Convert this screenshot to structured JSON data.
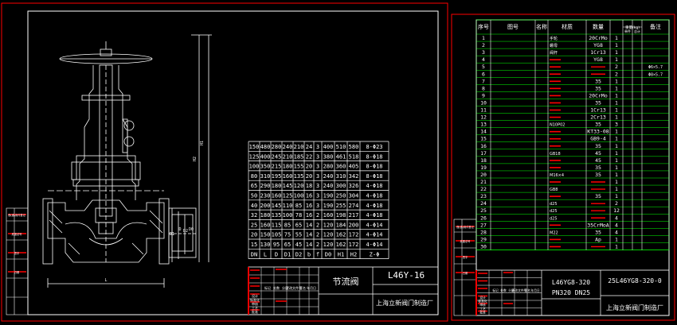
{
  "left_sheet": {
    "dim_table": {
      "headers": [
        "DN",
        "L",
        "D",
        "D1",
        "D2",
        "b",
        "f",
        "D0",
        "H1",
        "H2",
        "Z-Φ"
      ],
      "rows": [
        [
          "150",
          "480",
          "280",
          "240",
          "210",
          "24",
          "3",
          "400",
          "510",
          "580",
          "8-Φ23"
        ],
        [
          "125",
          "400",
          "245",
          "210",
          "185",
          "22",
          "3",
          "380",
          "461",
          "518",
          "8-Φ18"
        ],
        [
          "100",
          "350",
          "215",
          "180",
          "155",
          "20",
          "3",
          "280",
          "360",
          "405",
          "8-Φ18"
        ],
        [
          "80",
          "310",
          "195",
          "160",
          "135",
          "20",
          "3",
          "240",
          "310",
          "342",
          "8-Φ18"
        ],
        [
          "65",
          "290",
          "180",
          "145",
          "120",
          "18",
          "3",
          "240",
          "300",
          "326",
          "4-Φ18"
        ],
        [
          "50",
          "230",
          "160",
          "125",
          "100",
          "16",
          "3",
          "190",
          "250",
          "304",
          "4-Φ18"
        ],
        [
          "40",
          "200",
          "145",
          "110",
          "85",
          "16",
          "3",
          "190",
          "255",
          "274",
          "4-Φ18"
        ],
        [
          "32",
          "180",
          "135",
          "100",
          "78",
          "16",
          "2",
          "160",
          "198",
          "217",
          "4-Φ18"
        ],
        [
          "25",
          "160",
          "115",
          "85",
          "65",
          "14",
          "2",
          "120",
          "184",
          "200",
          "4-Φ14"
        ],
        [
          "20",
          "150",
          "105",
          "75",
          "55",
          "14",
          "2",
          "120",
          "162",
          "172",
          "4-Φ14"
        ],
        [
          "15",
          "130",
          "95",
          "65",
          "45",
          "14",
          "2",
          "120",
          "162",
          "172",
          "4-Φ14"
        ]
      ]
    },
    "title_block": {
      "name": "节流阀",
      "model": "L46Y-16",
      "company": "上海立新阀门制造厂",
      "cells": [
        "标记",
        "处数",
        "分区",
        "更改文件号",
        "签名",
        "年月日",
        "设计",
        "标准化",
        "审核",
        "工艺",
        "批准"
      ]
    },
    "side_labels": [
      "借(通)用件登记",
      "底图总号",
      "签字",
      "日期"
    ],
    "drawing_labels": [
      "H1",
      "H2",
      "D0",
      "L",
      "D",
      "D1",
      "D2"
    ]
  },
  "right_sheet": {
    "bom": {
      "headers": [
        "序号",
        "图号",
        "名称",
        "材质",
        "数量",
        "重量(kg)",
        "备注"
      ],
      "header_sub": [
        "单件",
        "总计"
      ],
      "rows": [
        [
          "1",
          "",
          "手轮",
          "20CrMo",
          "1",
          ""
        ],
        [
          "2",
          "",
          "螺母",
          "YG8",
          "1",
          ""
        ],
        [
          "3",
          "",
          "阀杆",
          "1Cr13",
          "1",
          ""
        ],
        [
          "4",
          "",
          "",
          "YG8",
          "1",
          ""
        ],
        [
          "5",
          "",
          "",
          "",
          "2",
          "Φ6×5.7"
        ],
        [
          "6",
          "",
          "",
          "",
          "2",
          "Φ8×5.7"
        ],
        [
          "7",
          "",
          "",
          "35",
          "1",
          ""
        ],
        [
          "8",
          "",
          "",
          "35",
          "1",
          ""
        ],
        [
          "9",
          "",
          "",
          "20CrMo",
          "1",
          ""
        ],
        [
          "10",
          "",
          "",
          "35",
          "1",
          ""
        ],
        [
          "11",
          "",
          "",
          "1Cr13",
          "1",
          ""
        ],
        [
          "12",
          "",
          "",
          "2Cr13",
          "1",
          ""
        ],
        [
          "13",
          "",
          "N10P02",
          "35",
          "3",
          ""
        ],
        [
          "14",
          "",
          "",
          "KT33-08",
          "1",
          ""
        ],
        [
          "15",
          "",
          "",
          "GB9-4",
          "1",
          ""
        ],
        [
          "16",
          "",
          "",
          "35",
          "1",
          ""
        ],
        [
          "17",
          "",
          "GB18",
          "45",
          "1",
          ""
        ],
        [
          "18",
          "",
          "",
          "45",
          "1",
          ""
        ],
        [
          "19",
          "",
          "",
          "35",
          "1",
          ""
        ],
        [
          "20",
          "",
          "M16×4",
          "35",
          "1",
          ""
        ],
        [
          "21",
          "",
          "",
          "",
          "1",
          ""
        ],
        [
          "22",
          "",
          "GB8",
          "",
          "1",
          ""
        ],
        [
          "23",
          "",
          "",
          "35",
          "1",
          ""
        ],
        [
          "24",
          "",
          "d25",
          "",
          "2",
          ""
        ],
        [
          "25",
          "",
          "d25",
          "",
          "12",
          ""
        ],
        [
          "26",
          "",
          "d25",
          "",
          "4",
          ""
        ],
        [
          "27",
          "",
          "",
          "35CrMoA",
          "4",
          ""
        ],
        [
          "28",
          "",
          "M22",
          "35",
          "4",
          ""
        ],
        [
          "29",
          "",
          "",
          "Ap",
          "1",
          ""
        ],
        [
          "30",
          "",
          "",
          "",
          "1",
          ""
        ]
      ]
    },
    "title_block": {
      "model_code": "L46YG8-320",
      "spec": "PN320 DN25",
      "drawing_no": "25L46YG8-320-0",
      "company": "上海立新阀门制造厂",
      "cells": [
        "标记",
        "处数",
        "分区",
        "更改文件号",
        "签名",
        "年月日",
        "设计",
        "标准化",
        "审核",
        "工艺",
        "批准"
      ]
    },
    "side_labels": [
      "借(通)用件登记",
      "底图总号",
      "签字",
      "日期"
    ]
  },
  "colors": {
    "background": "#000000",
    "line": "#ffffff",
    "border": "#ff0000",
    "bom_grid": "#00ff00",
    "accent": "#ffff00"
  }
}
